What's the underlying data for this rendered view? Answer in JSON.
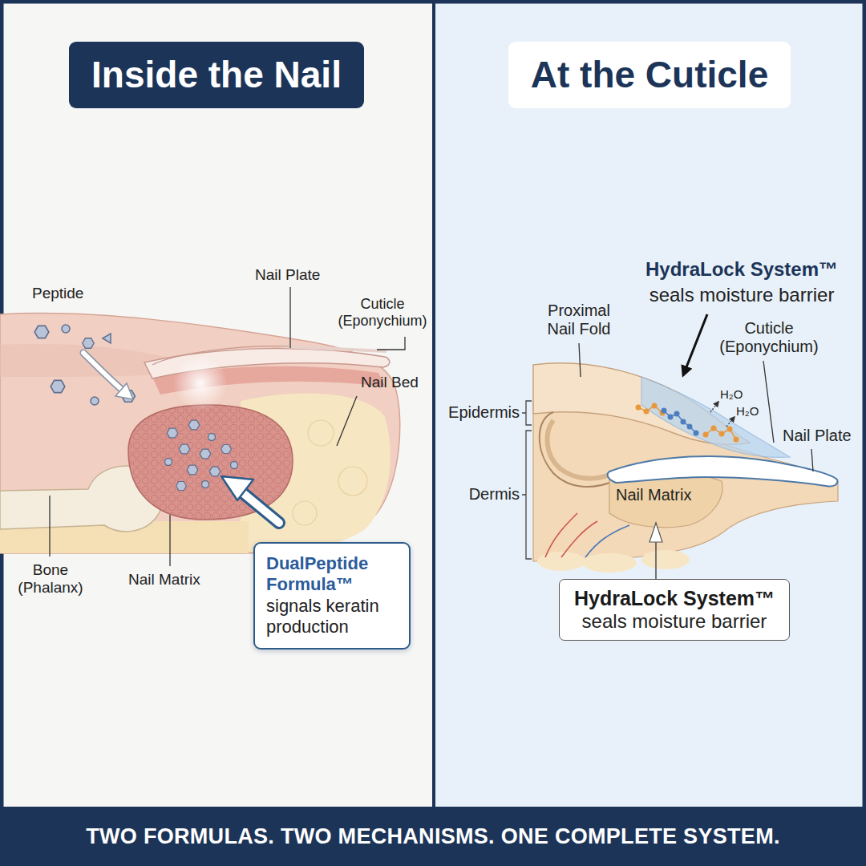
{
  "diagram": {
    "nodes": [
      {
        "text": [
          "Inside the Nail"
        ]
      },
      {
        "text": [
          "At the Cuticle"
        ]
      },
      {
        "text": [
          "DualPeptide Formula™",
          "signals keratin production"
        ]
      },
      {
        "text": [
          "HydraLock System™",
          "seals moisture barrier"
        ]
      },
      {
        "text": [
          "TWO FORMULAS. TWO MECHANISMS. ONE COMPLETE SYSTEM."
        ]
      }
    ],
    "labels": [
      "Peptide",
      "Nail Plate",
      "Cuticle (Eponychium)",
      "Nail Bed",
      "Bone (Phalanx)",
      "Nail Matrix",
      "HydraLock System™",
      "seals moisture barrier",
      "Proximal Nail Fold",
      "Cuticle (Eponychium)",
      "Epidermis",
      "H₂O",
      "H₂O",
      "Nail Plate",
      "Dermis",
      "Nail Matrix"
    ]
  }
}
